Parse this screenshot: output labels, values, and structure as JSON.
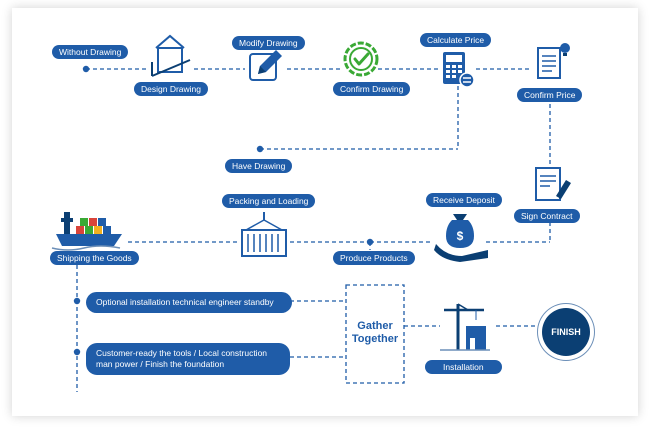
{
  "steps": {
    "without_drawing": "Without Drawing",
    "design_drawing": "Design Drawing",
    "modify_drawing": "Modify Drawing",
    "confirm_drawing": "Confirm Drawing",
    "calculate_price": "Calculate Price",
    "confirm_price": "Confirm Price",
    "have_drawing": "Have Drawing",
    "sign_contract": "Sign Contract",
    "receive_deposit": "Receive Deposit",
    "produce_products": "Produce Products",
    "packing_and_loading": "Packing and Loading",
    "shipping_the_goods": "Shipping the Goods",
    "optional_installation": "Optional installation technical engineer standby",
    "customer_ready": "Customer-ready the tools / Local construction man power / Finish the foundation",
    "gather_together": "Gather Together",
    "installation": "Installation",
    "finish": "FINISH"
  },
  "colors": {
    "primary": "#1f5ca8",
    "dark": "#0b3f73",
    "accent_green": "#3aa935"
  }
}
